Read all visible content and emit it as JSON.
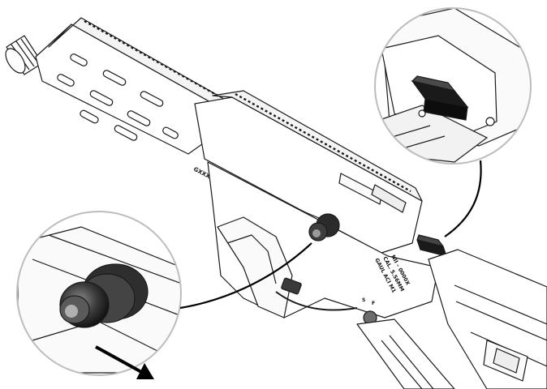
{
  "diagram": {
    "receiver_marking": "GXXXXXXX",
    "caliber_marking": [
      "GAUL ACI M1",
      "CAL. 5.56MM",
      "NII – 0000X"
    ],
    "selector_markings": [
      "S",
      "F"
    ],
    "colors": {
      "line": "#1a1a1a",
      "part_fill": "#ffffff",
      "highlight_part": "#2b2b2b",
      "callout_circle": "#bdbdbd",
      "leader": "#000000",
      "arrow": "#000000"
    },
    "callouts": [
      {
        "name": "bolt-catch-detail",
        "icon": "bolt-catch-lever"
      },
      {
        "name": "takedown-pin-detail",
        "icon": "takedown-pin",
        "direction": "push-out"
      }
    ]
  }
}
